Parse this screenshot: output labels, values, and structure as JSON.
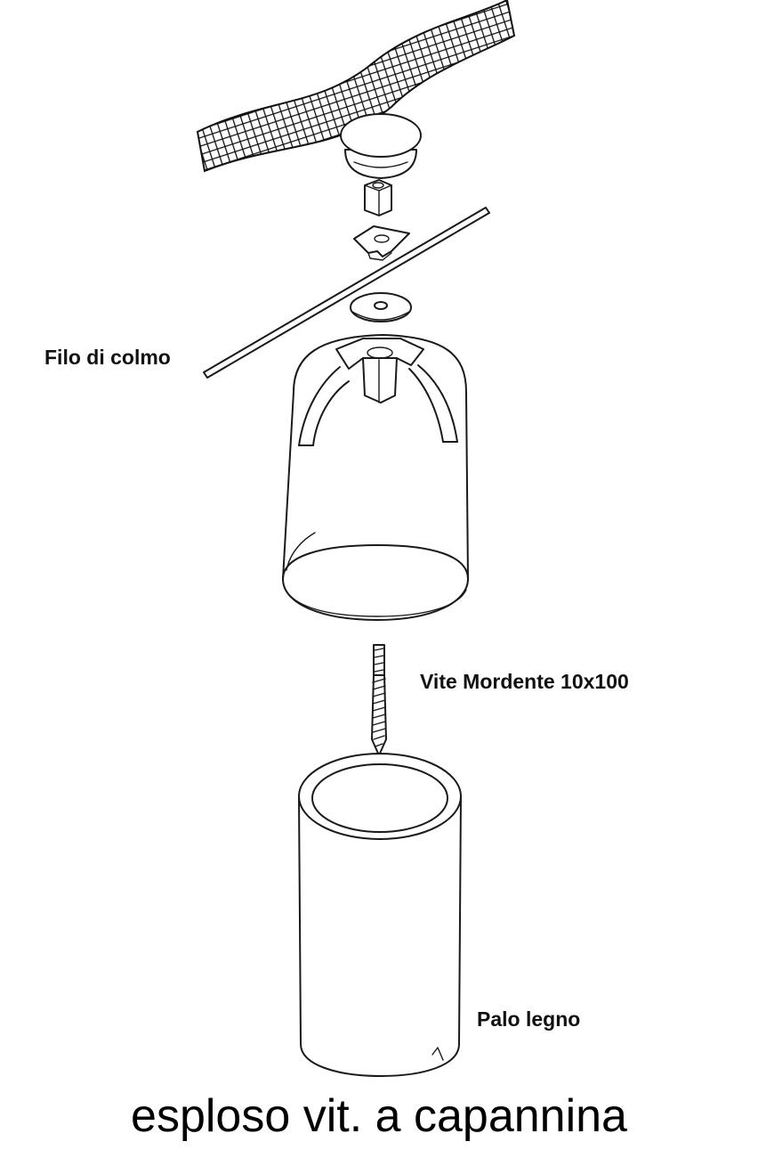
{
  "labels": {
    "ridge_wire": "Filo di colmo",
    "screw": "Vite Mordente 10x100",
    "pole": "Palo legno"
  },
  "title": "esploso vit. a capannina"
}
